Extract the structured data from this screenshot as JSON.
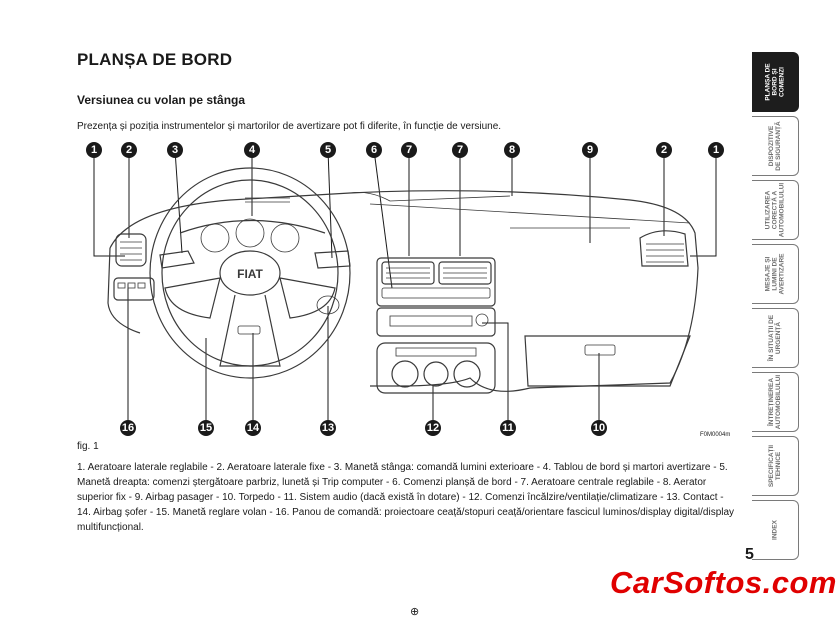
{
  "page": {
    "title": "PLANȘA DE BORD",
    "subtitle": "Versiunea cu volan pe stânga",
    "intro": "Prezența și poziția instrumentelor și martorilor de avertizare pot fi diferite, în funcție de versiune.",
    "fig_label": "fig. 1",
    "fig_code": "F0M0004m",
    "caption": "1. Aeratoare laterale reglabile - 2. Aeratoare laterale fixe - 3. Manetă stânga: comandă lumini exterioare - 4. Tablou de bord și martori avertizare - 5. Manetă dreapta: comenzi ștergătoare parbriz, lunetă și Trip computer - 6. Comenzi planșă de bord - 7. Aeratoare centrale reglabile - 8. Aerator superior fix - 9. Airbag pasager - 10. Torpedo - 11. Sistem audio (dacă există în dotare) - 12. Comenzi încălzire/ventilație/climatizare - 13. Contact - 14. Airbag șofer - 15. Manetă reglare volan - 16. Panou de comandă: proiectoare ceață/stopuri ceață/orientare fascicul luminos/display digital/display multifuncțional.",
    "page_number": "5",
    "watermark": "CarSoftos.com"
  },
  "diagram": {
    "steering_logo": "FIAT",
    "callouts_top": [
      "1",
      "2",
      "3",
      "4",
      "5",
      "6",
      "7",
      "7",
      "8",
      "9",
      "2",
      "1"
    ],
    "callouts_bottom": [
      "16",
      "15",
      "14",
      "13",
      "12",
      "11",
      "10"
    ]
  },
  "side_tabs": [
    {
      "label": "PLANȘA DE\nBORD ȘI\nCOMENZI",
      "active": true
    },
    {
      "label": "DISPOZITIVE\nDE SIGURANȚĂ",
      "active": false
    },
    {
      "label": "UTILIZAREA\nCORECTĂ A\nAUTOMOBILULUI",
      "active": false
    },
    {
      "label": "MESAJE ȘI\nLUMINI DE\nAVERTIZARE",
      "active": false
    },
    {
      "label": "ÎN SITUAȚII DE\nURGENȚĂ",
      "active": false
    },
    {
      "label": "ÎNTREȚINEREA\nAUTOMOBILULUI",
      "active": false
    },
    {
      "label": "SPECIFICAȚII\nTEHNICE",
      "active": false
    },
    {
      "label": "INDEX",
      "active": false
    }
  ]
}
